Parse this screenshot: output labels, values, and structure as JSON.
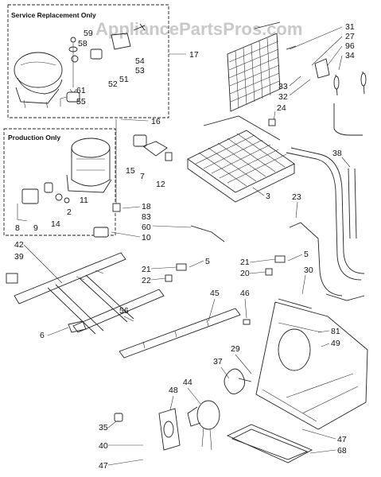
{
  "watermark": "AppliancePartsPros.com",
  "boxes": {
    "service": "Service Replacement Only",
    "production": "Production Only"
  },
  "labels": {
    "l59": "59",
    "l58": "58",
    "l51": "51",
    "l52": "52",
    "l54": "54",
    "l53": "53",
    "l61": "61",
    "l55": "55",
    "l17": "17",
    "l31": "31",
    "l27": "27",
    "l96": "96",
    "l34": "34",
    "l33": "33",
    "l32": "32",
    "l24": "24",
    "l16": "16",
    "l15": "15",
    "l7": "7",
    "l12": "12",
    "l3": "3",
    "l38": "38",
    "l23": "23",
    "l11": "11",
    "l2": "2",
    "l14": "14",
    "l9": "9",
    "l8": "8",
    "l18": "18",
    "l83": "83",
    "l60": "60",
    "l10": "10",
    "l42": "42",
    "l39": "39",
    "l21a": "21",
    "l22": "22",
    "l5a": "5",
    "l21b": "21",
    "l20": "20",
    "l5b": "5",
    "l30": "30",
    "l45": "45",
    "l46": "46",
    "l56": "56",
    "l6": "6",
    "l81": "81",
    "l49": "49",
    "l29": "29",
    "l37": "37",
    "l44": "44",
    "l48": "48",
    "l35": "35",
    "l40": "40",
    "l47a": "47",
    "l47b": "47",
    "l68": "68"
  }
}
